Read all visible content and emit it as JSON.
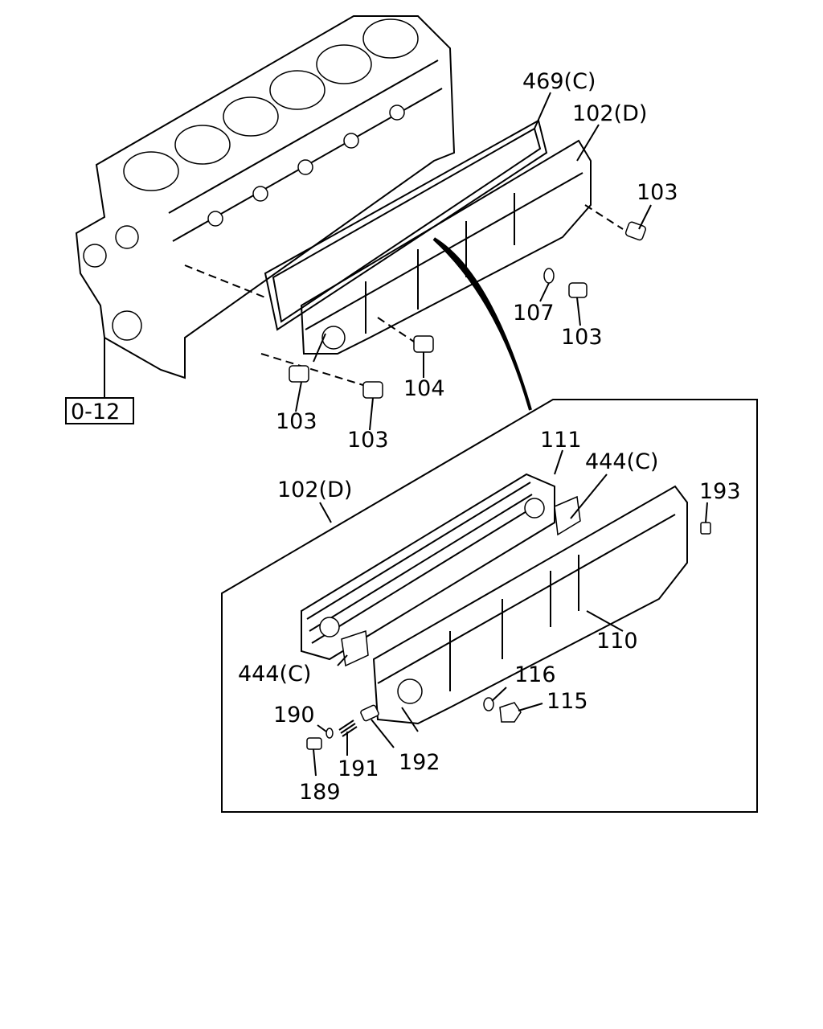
{
  "diagram": {
    "ref_box": "0-12",
    "callouts": {
      "c469": "469(C)",
      "c102_top": "102(D)",
      "c103_a": "103",
      "c107": "107",
      "c103_b": "103",
      "c104": "104",
      "c103_c": "103",
      "c103_d": "103",
      "c111": "111",
      "c444_top": "444(C)",
      "c102_detail": "102(D)",
      "c193": "193",
      "c110": "110",
      "c444_bottom": "444(C)",
      "c116": "116",
      "c115": "115",
      "c190": "190",
      "c191": "191",
      "c192": "192",
      "c189": "189"
    }
  }
}
